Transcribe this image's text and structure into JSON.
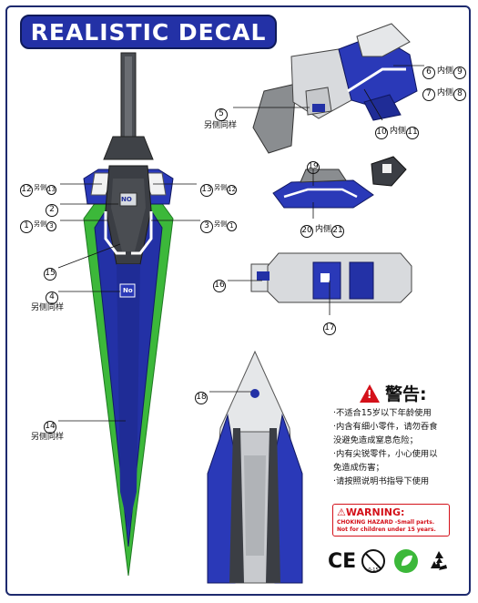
{
  "header": {
    "title": "REALISTIC DECAL"
  },
  "callouts": {
    "c5": {
      "num": "5",
      "sub": "另侧同样"
    },
    "c6": {
      "num": "6",
      "note": "内侧",
      "num2": "9"
    },
    "c7": {
      "num": "7",
      "note": "内侧",
      "num2": "8"
    },
    "c10": {
      "num": "10",
      "note": "内侧",
      "num2": "11"
    },
    "c19": {
      "num": "19"
    },
    "c20": {
      "num": "20",
      "note": "内侧",
      "num2": "21"
    },
    "c16": {
      "num": "16"
    },
    "c17": {
      "num": "17"
    },
    "c12": {
      "num": "12",
      "note": "另侧",
      "num2": "13"
    },
    "c13": {
      "num": "13",
      "note": "另侧",
      "num2": "12"
    },
    "c2": {
      "num": "2"
    },
    "c1": {
      "num": "1",
      "note": "另侧",
      "num2": "3"
    },
    "c3": {
      "num": "3",
      "note": "另侧",
      "num2": "1"
    },
    "c15": {
      "num": "15"
    },
    "c4": {
      "num": "4",
      "sub": "另侧同样"
    },
    "c14": {
      "num": "14",
      "sub": "另侧同样"
    },
    "c18": {
      "num": "18"
    }
  },
  "decal_marks": {
    "no_mark": "NO",
    "no_small": "No"
  },
  "warning": {
    "title": "警告:",
    "items": [
      "·不适合15岁以下年龄使用",
      "·内含有细小零件，请勿吞食",
      " 没避免造成窒息危险；",
      "·内有尖锐零件，小心使用以",
      " 免造成伤害；",
      "·请按照说明书指导下使用"
    ]
  },
  "hazard": {
    "headline": "⚠WARNING:",
    "line1": "CHOKING HAZARD -Small parts.",
    "line2": "Not for children under 15 years."
  },
  "certs": {
    "ce": "CE",
    "age": "0-15"
  },
  "colors": {
    "blue": "#2331a6",
    "green": "#3cb83a",
    "red": "#d4111a",
    "grey": "#8a8d90"
  }
}
